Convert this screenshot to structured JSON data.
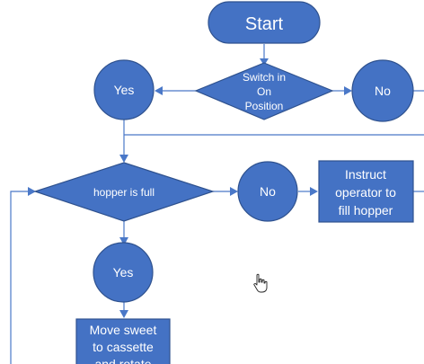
{
  "flowchart": {
    "start": {
      "label": "Start"
    },
    "decision_switch": {
      "lines": [
        "Switch in",
        "On",
        "Position"
      ]
    },
    "switch_yes": {
      "label": "Yes"
    },
    "switch_no": {
      "label": "No"
    },
    "decision_hopper": {
      "label": "hopper is full"
    },
    "hopper_no": {
      "label": "No"
    },
    "instruct_process": {
      "lines": [
        "Instruct",
        "operator to",
        "fill hopper"
      ]
    },
    "hopper_yes": {
      "label": "Yes"
    },
    "move_process": {
      "lines": [
        "Move sweet",
        "to cassette",
        "and rotate"
      ]
    }
  },
  "cursor": {
    "icon": "hand-pointer-icon"
  },
  "colors": {
    "shape_fill": "#4472c4",
    "shape_border": "#2f528f",
    "connector": "#4a78c8",
    "text": "#ffffff"
  }
}
